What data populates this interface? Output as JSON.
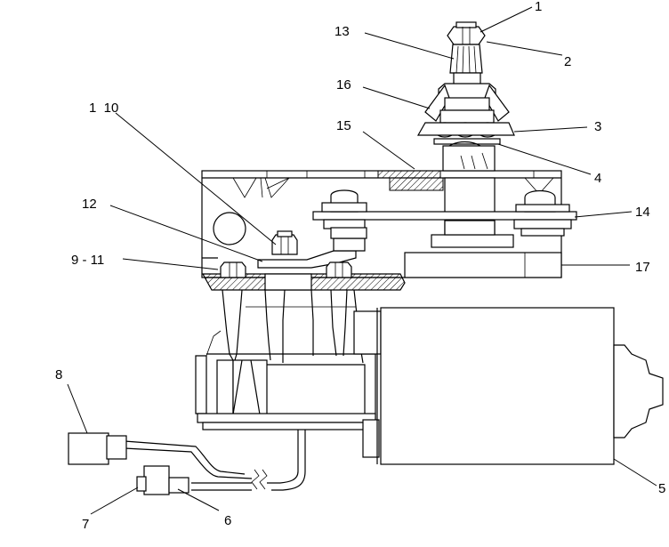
{
  "callouts": {
    "c1_top": "1",
    "c2": "2",
    "c3": "3",
    "c4": "4",
    "c5": "5",
    "c6": "6",
    "c7": "7",
    "c8": "8",
    "c9_11": "9 - 11",
    "c1_10": "1  10",
    "c12": "12",
    "c13": "13",
    "c14": "14",
    "c15": "15",
    "c16": "16",
    "c17": "17"
  }
}
